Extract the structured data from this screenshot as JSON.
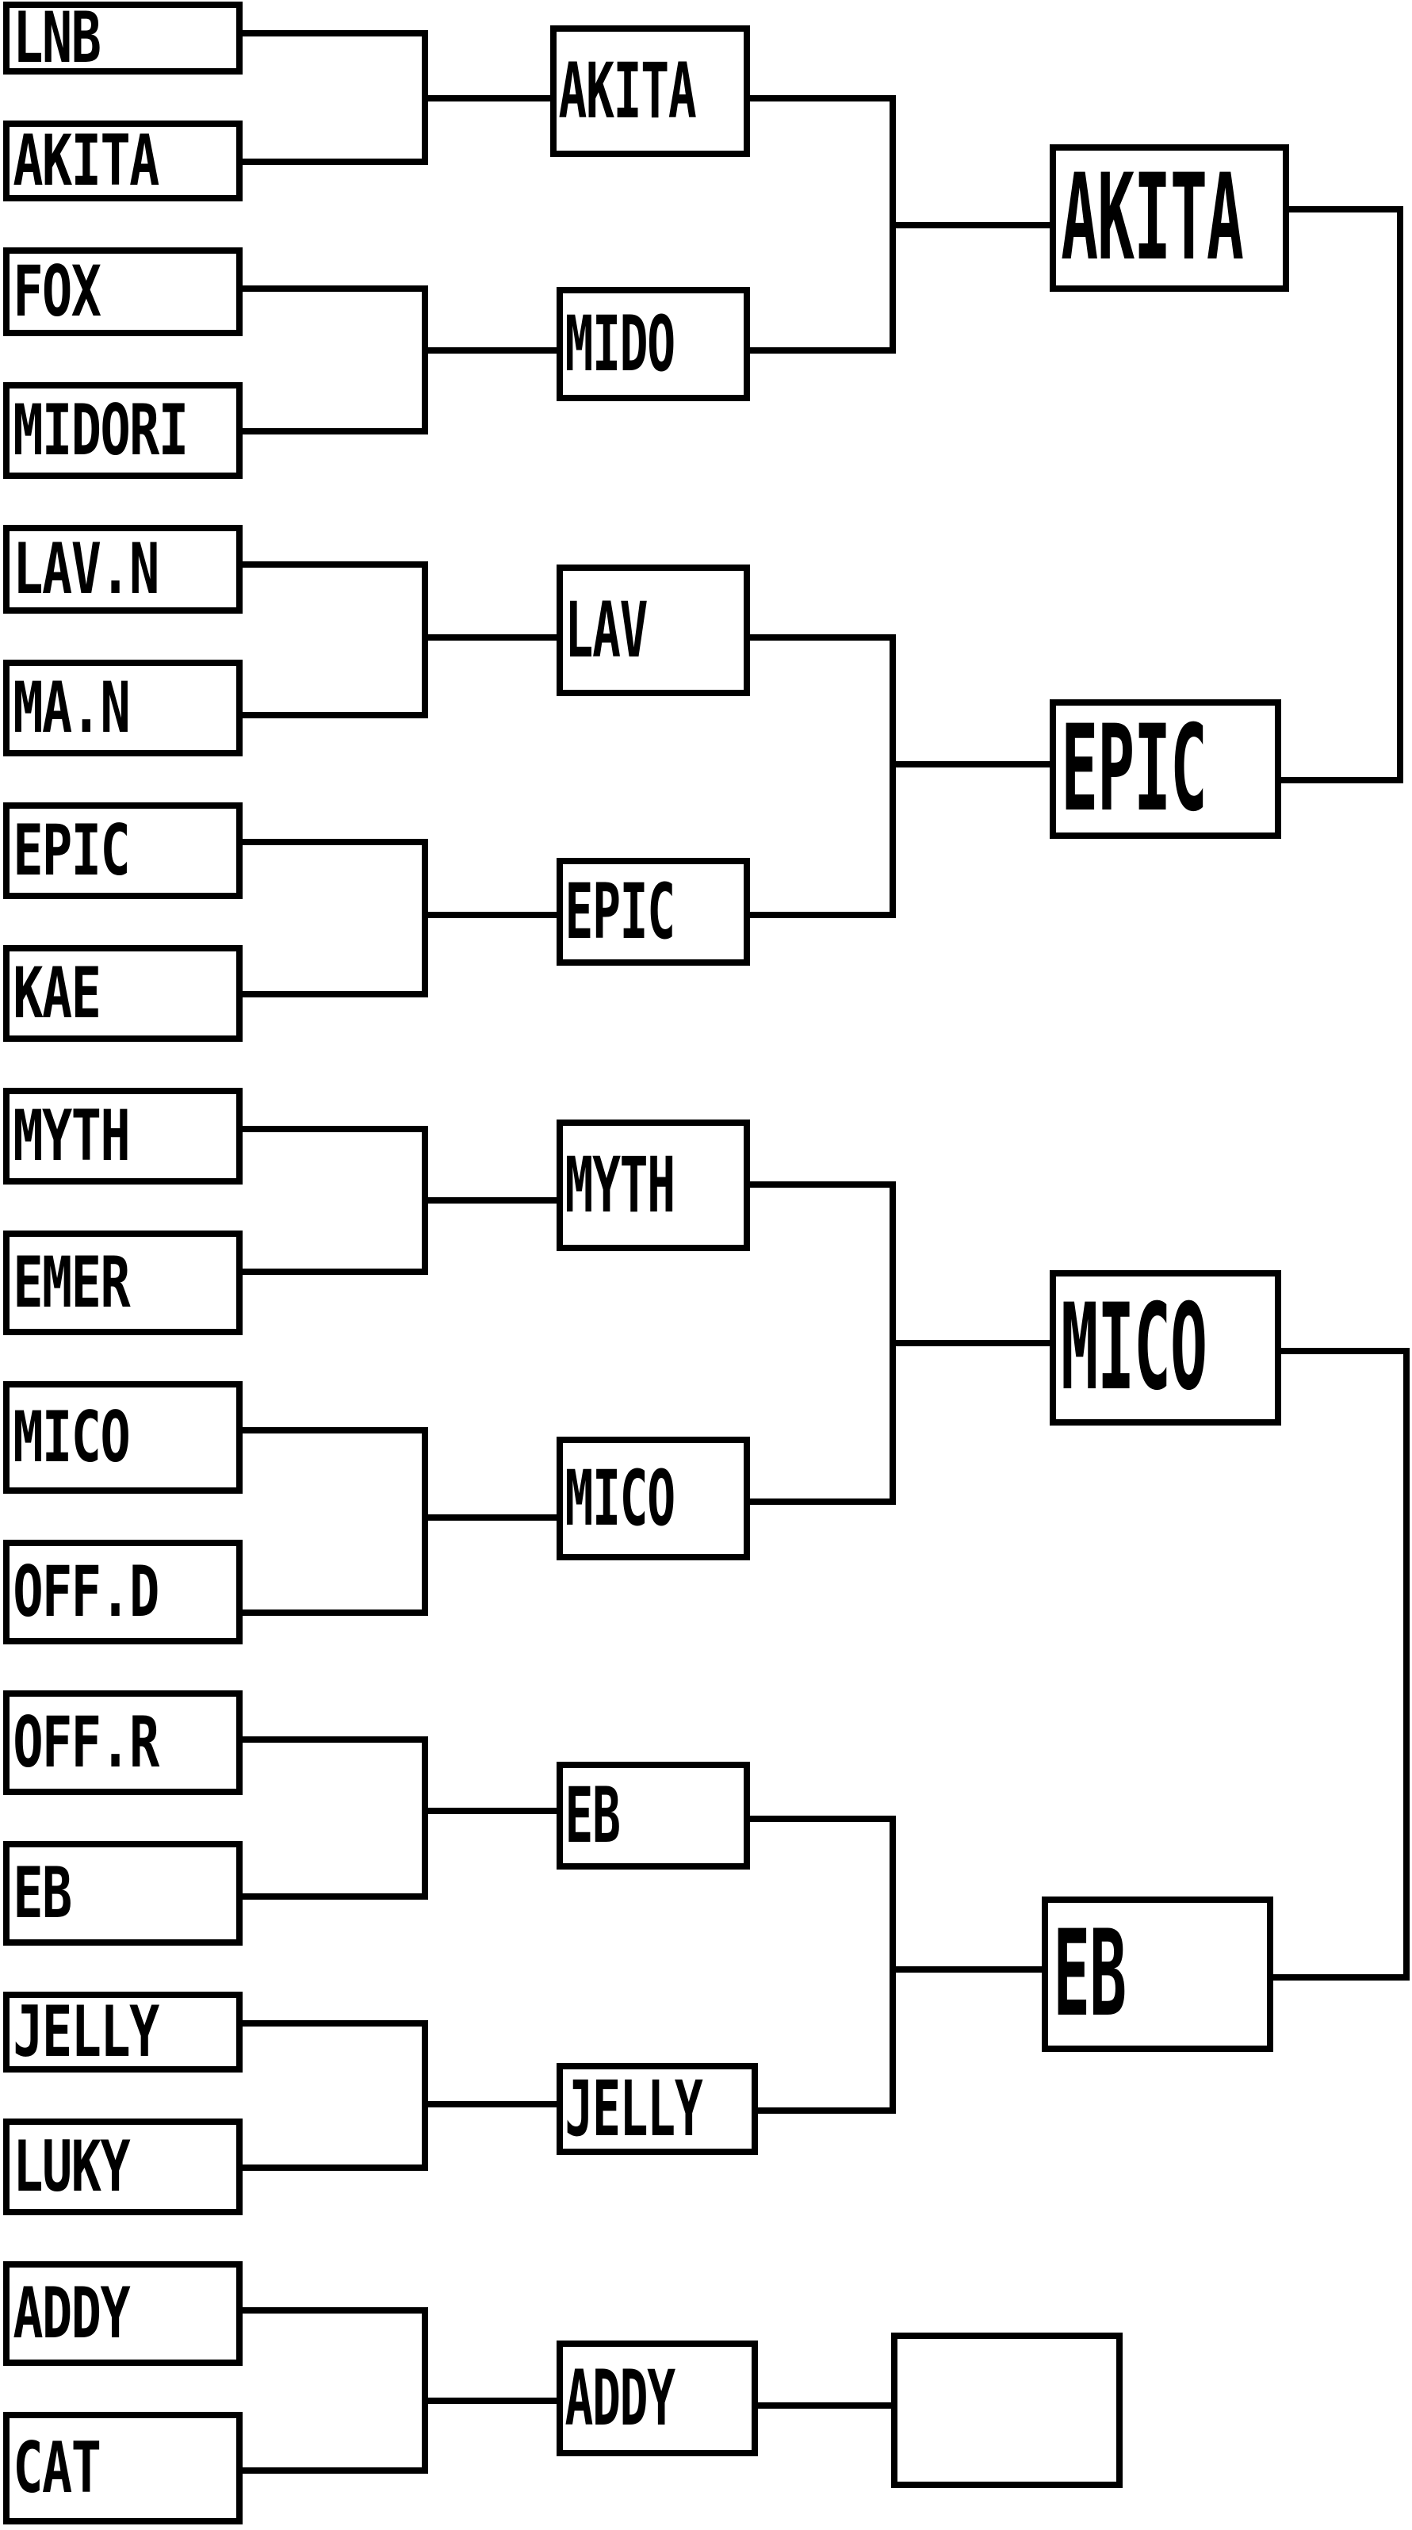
{
  "bracket": {
    "round1": [
      "LNB",
      "AKITA",
      "FOX",
      "MIDORI",
      "LAV.N",
      "MA.N",
      "EPIC",
      "KAE",
      "MYTH",
      "EMER",
      "MICO",
      "OFF.D",
      "OFF.R",
      "EB",
      "JELLY",
      "LUKY",
      "ADDY",
      "CAT"
    ],
    "round2": [
      "AKITA",
      "MIDO",
      "LAV",
      "EPIC",
      "MYTH",
      "MICO",
      "EB",
      "JELLY",
      "ADDY"
    ],
    "round3": [
      "AKITA",
      "EPIC",
      "MICO",
      "EB",
      ""
    ]
  },
  "colors": {
    "line": "#000000",
    "box_fill": "#ffffff"
  }
}
